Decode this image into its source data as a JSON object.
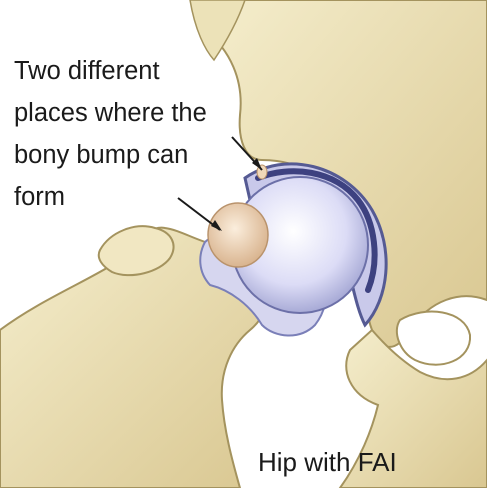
{
  "figure": {
    "callout_lines": [
      "Two different",
      "places where the",
      "bony bump can",
      "form"
    ],
    "caption": "Hip with FAI"
  },
  "colors": {
    "bone_fill": "#efe6bf",
    "bone_shadow": "#c9b77a",
    "cartilage": "#dcdcf4",
    "femoral_head": "#e7e7fb",
    "labrum": "#4a4f8a",
    "bump": "#f3dcc0",
    "background": "#ffffff"
  }
}
